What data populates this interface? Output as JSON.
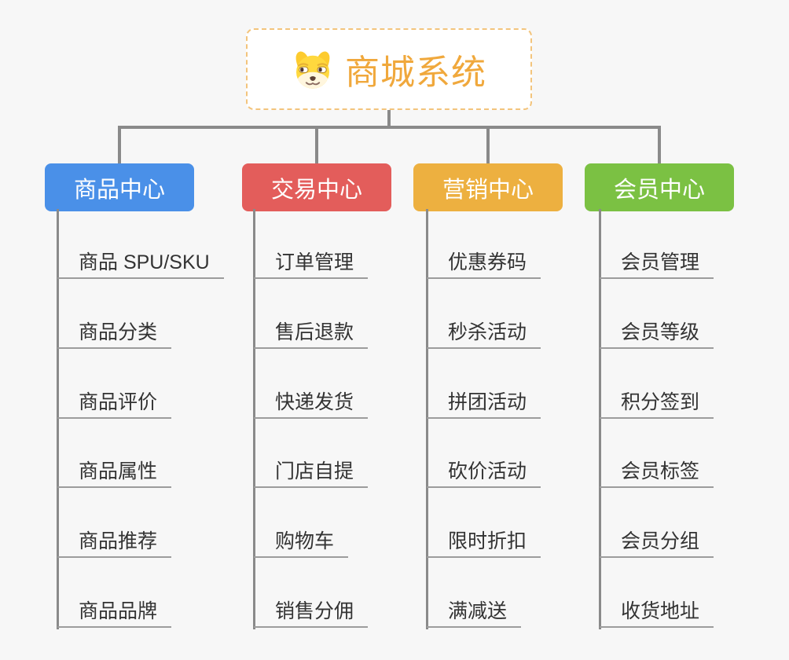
{
  "root": {
    "title": "商城系统",
    "icon": "dog-face-icon",
    "accent_color": "#F0A83C",
    "border_color": "#F3C47C"
  },
  "connector_color": "#8A8A8A",
  "underline_color": "#9C9C9C",
  "background_color": "#F7F7F7",
  "branches": [
    {
      "label": "商品中心",
      "color": "#4A90E8",
      "items": [
        "商品 SPU/SKU",
        "商品分类",
        "商品评价",
        "商品属性",
        "商品推荐",
        "商品品牌"
      ]
    },
    {
      "label": "交易中心",
      "color": "#E35D5B",
      "items": [
        "订单管理",
        "售后退款",
        "快递发货",
        "门店自提",
        "购物车",
        "销售分佣"
      ]
    },
    {
      "label": "营销中心",
      "color": "#EDB040",
      "items": [
        "优惠券码",
        "秒杀活动",
        "拼团活动",
        "砍价活动",
        "限时折扣",
        "满减送"
      ]
    },
    {
      "label": "会员中心",
      "color": "#7BC143",
      "items": [
        "会员管理",
        "会员等级",
        "积分签到",
        "会员标签",
        "会员分组",
        "收货地址"
      ]
    }
  ]
}
